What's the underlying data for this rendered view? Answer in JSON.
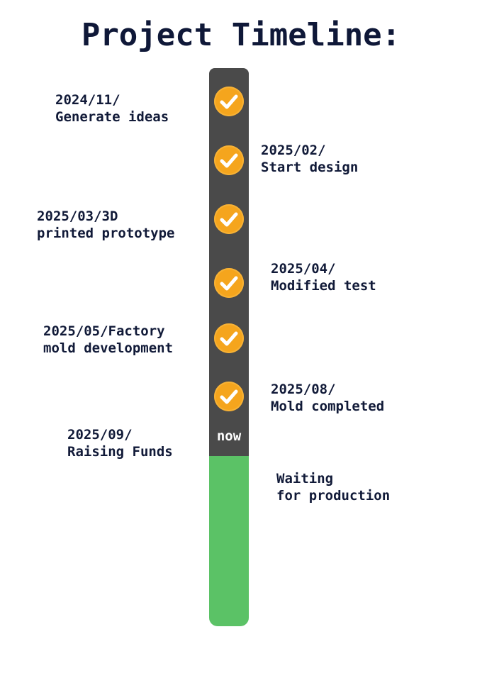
{
  "title": "Project Timeline:",
  "now_label": "now",
  "colors": {
    "completed_bar": "#4a4a4a",
    "future_bar": "#5bc266",
    "check_badge": "#f5a51d",
    "text": "#111a38"
  },
  "icons": {
    "completed_marker": "checkmark-icon"
  },
  "milestones": [
    {
      "line1": "2024/11/",
      "line2": "Generate ideas",
      "side": "left",
      "status": "completed"
    },
    {
      "line1": "2025/02/",
      "line2": "Start design",
      "side": "right",
      "status": "completed"
    },
    {
      "line1": "2025/03/3D",
      "line2": "printed prototype",
      "side": "left",
      "status": "completed"
    },
    {
      "line1": "2025/04/",
      "line2": "Modified test",
      "side": "right",
      "status": "completed"
    },
    {
      "line1": "2025/05/Factory",
      "line2": "mold development",
      "side": "left",
      "status": "completed"
    },
    {
      "line1": "2025/08/",
      "line2": "Mold completed",
      "side": "right",
      "status": "completed"
    },
    {
      "line1": "2025/09/",
      "line2": "Raising Funds",
      "side": "left",
      "status": "current"
    },
    {
      "line1": "Waiting",
      "line2": "for production",
      "side": "right",
      "status": "upcoming"
    }
  ]
}
